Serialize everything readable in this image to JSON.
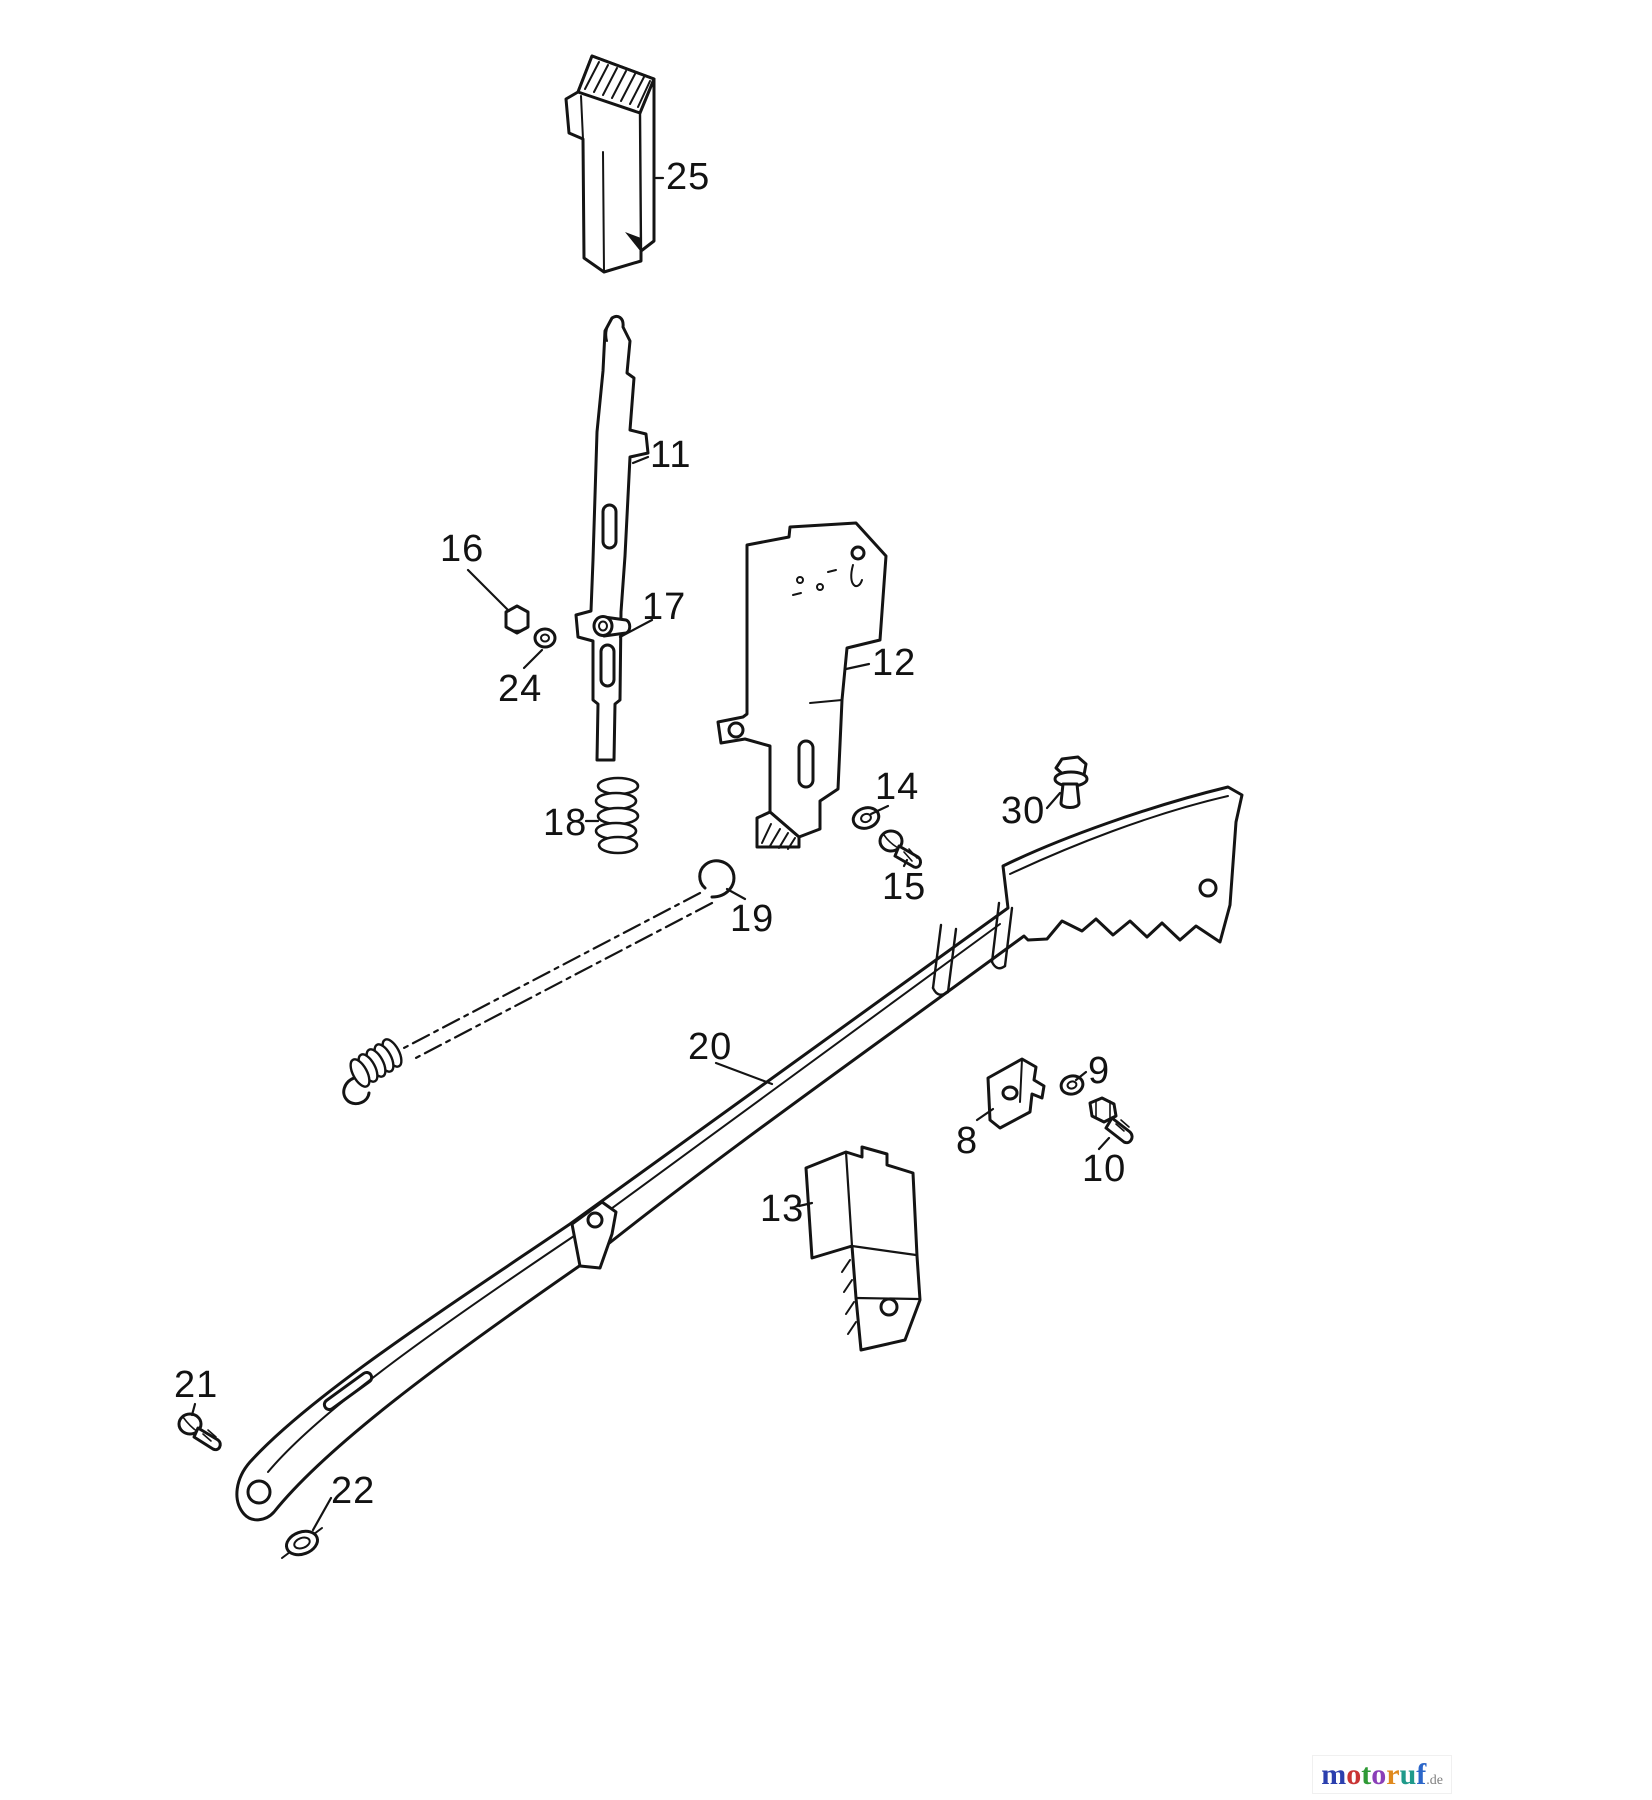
{
  "page": {
    "type": "exploded-parts-diagram",
    "background_color": "#ffffff"
  },
  "diagram": {
    "line_color": "#141414",
    "part_labels": [
      {
        "number": "25"
      },
      {
        "number": "11"
      },
      {
        "number": "16"
      },
      {
        "number": "17"
      },
      {
        "number": "24"
      },
      {
        "number": "12"
      },
      {
        "number": "18"
      },
      {
        "number": "14"
      },
      {
        "number": "15"
      },
      {
        "number": "30"
      },
      {
        "number": "19"
      },
      {
        "number": "20"
      },
      {
        "number": "8"
      },
      {
        "number": "9"
      },
      {
        "number": "10"
      },
      {
        "number": "13"
      },
      {
        "number": "21"
      },
      {
        "number": "22"
      }
    ]
  },
  "watermark": {
    "letters": [
      {
        "ch": "m",
        "color": "#2b3fae"
      },
      {
        "ch": "o",
        "color": "#c93434"
      },
      {
        "ch": "t",
        "color": "#2f9a35"
      },
      {
        "ch": "o",
        "color": "#8a3fb8"
      },
      {
        "ch": "r",
        "color": "#e08a1e"
      },
      {
        "ch": "u",
        "color": "#1f9a8a"
      },
      {
        "ch": "f",
        "color": "#2b66c9"
      }
    ],
    "suffix": ".de"
  }
}
